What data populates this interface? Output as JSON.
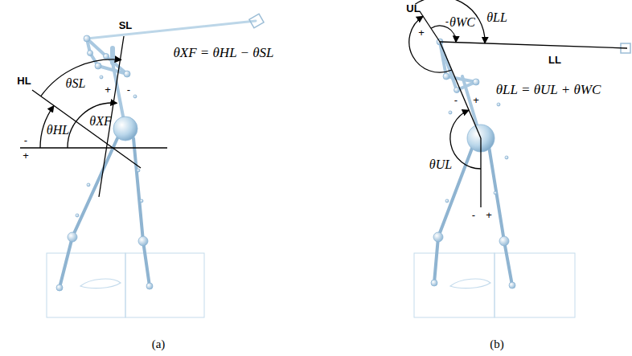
{
  "diagram": {
    "labels": [
      "SL",
      "HL",
      "θSL",
      "θXF",
      "θHL",
      "+",
      "-",
      "-",
      "+",
      "θXF = θHL − θSL",
      "(a)",
      "UL",
      "+",
      "-",
      "θLL",
      "θWC",
      "LL",
      "θLL = θUL + θWC",
      "-",
      "+",
      "θUL",
      "-",
      "+",
      "(b)"
    ]
  }
}
